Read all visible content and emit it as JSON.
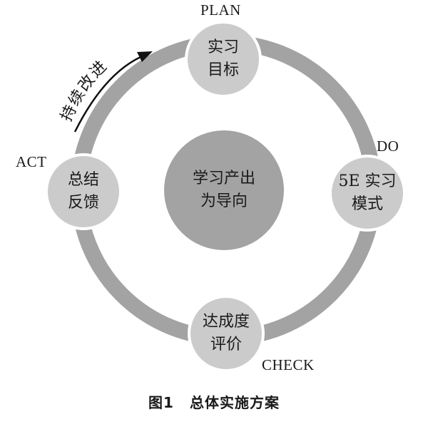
{
  "cycle": {
    "center": {
      "line1": "学习产出",
      "line2": "为导向"
    },
    "plan": {
      "label": "PLAN",
      "line1": "实习",
      "line2": "目标"
    },
    "do": {
      "label": "DO",
      "line1": "5E 实习",
      "line2": "模式"
    },
    "check": {
      "label": "CHECK",
      "line1": "达成度",
      "line2": "评价"
    },
    "act": {
      "label": "ACT",
      "line1": "总结",
      "line2": "反馈"
    },
    "arrow_text": "持续改进"
  },
  "caption": {
    "number": "图1",
    "title": "总体实施方案"
  },
  "colors": {
    "ring": "#a3a3a3",
    "node": "#cbcbcb",
    "center": "#a3a3a3",
    "text": "#1a1a1a",
    "arrow": "#111111"
  }
}
